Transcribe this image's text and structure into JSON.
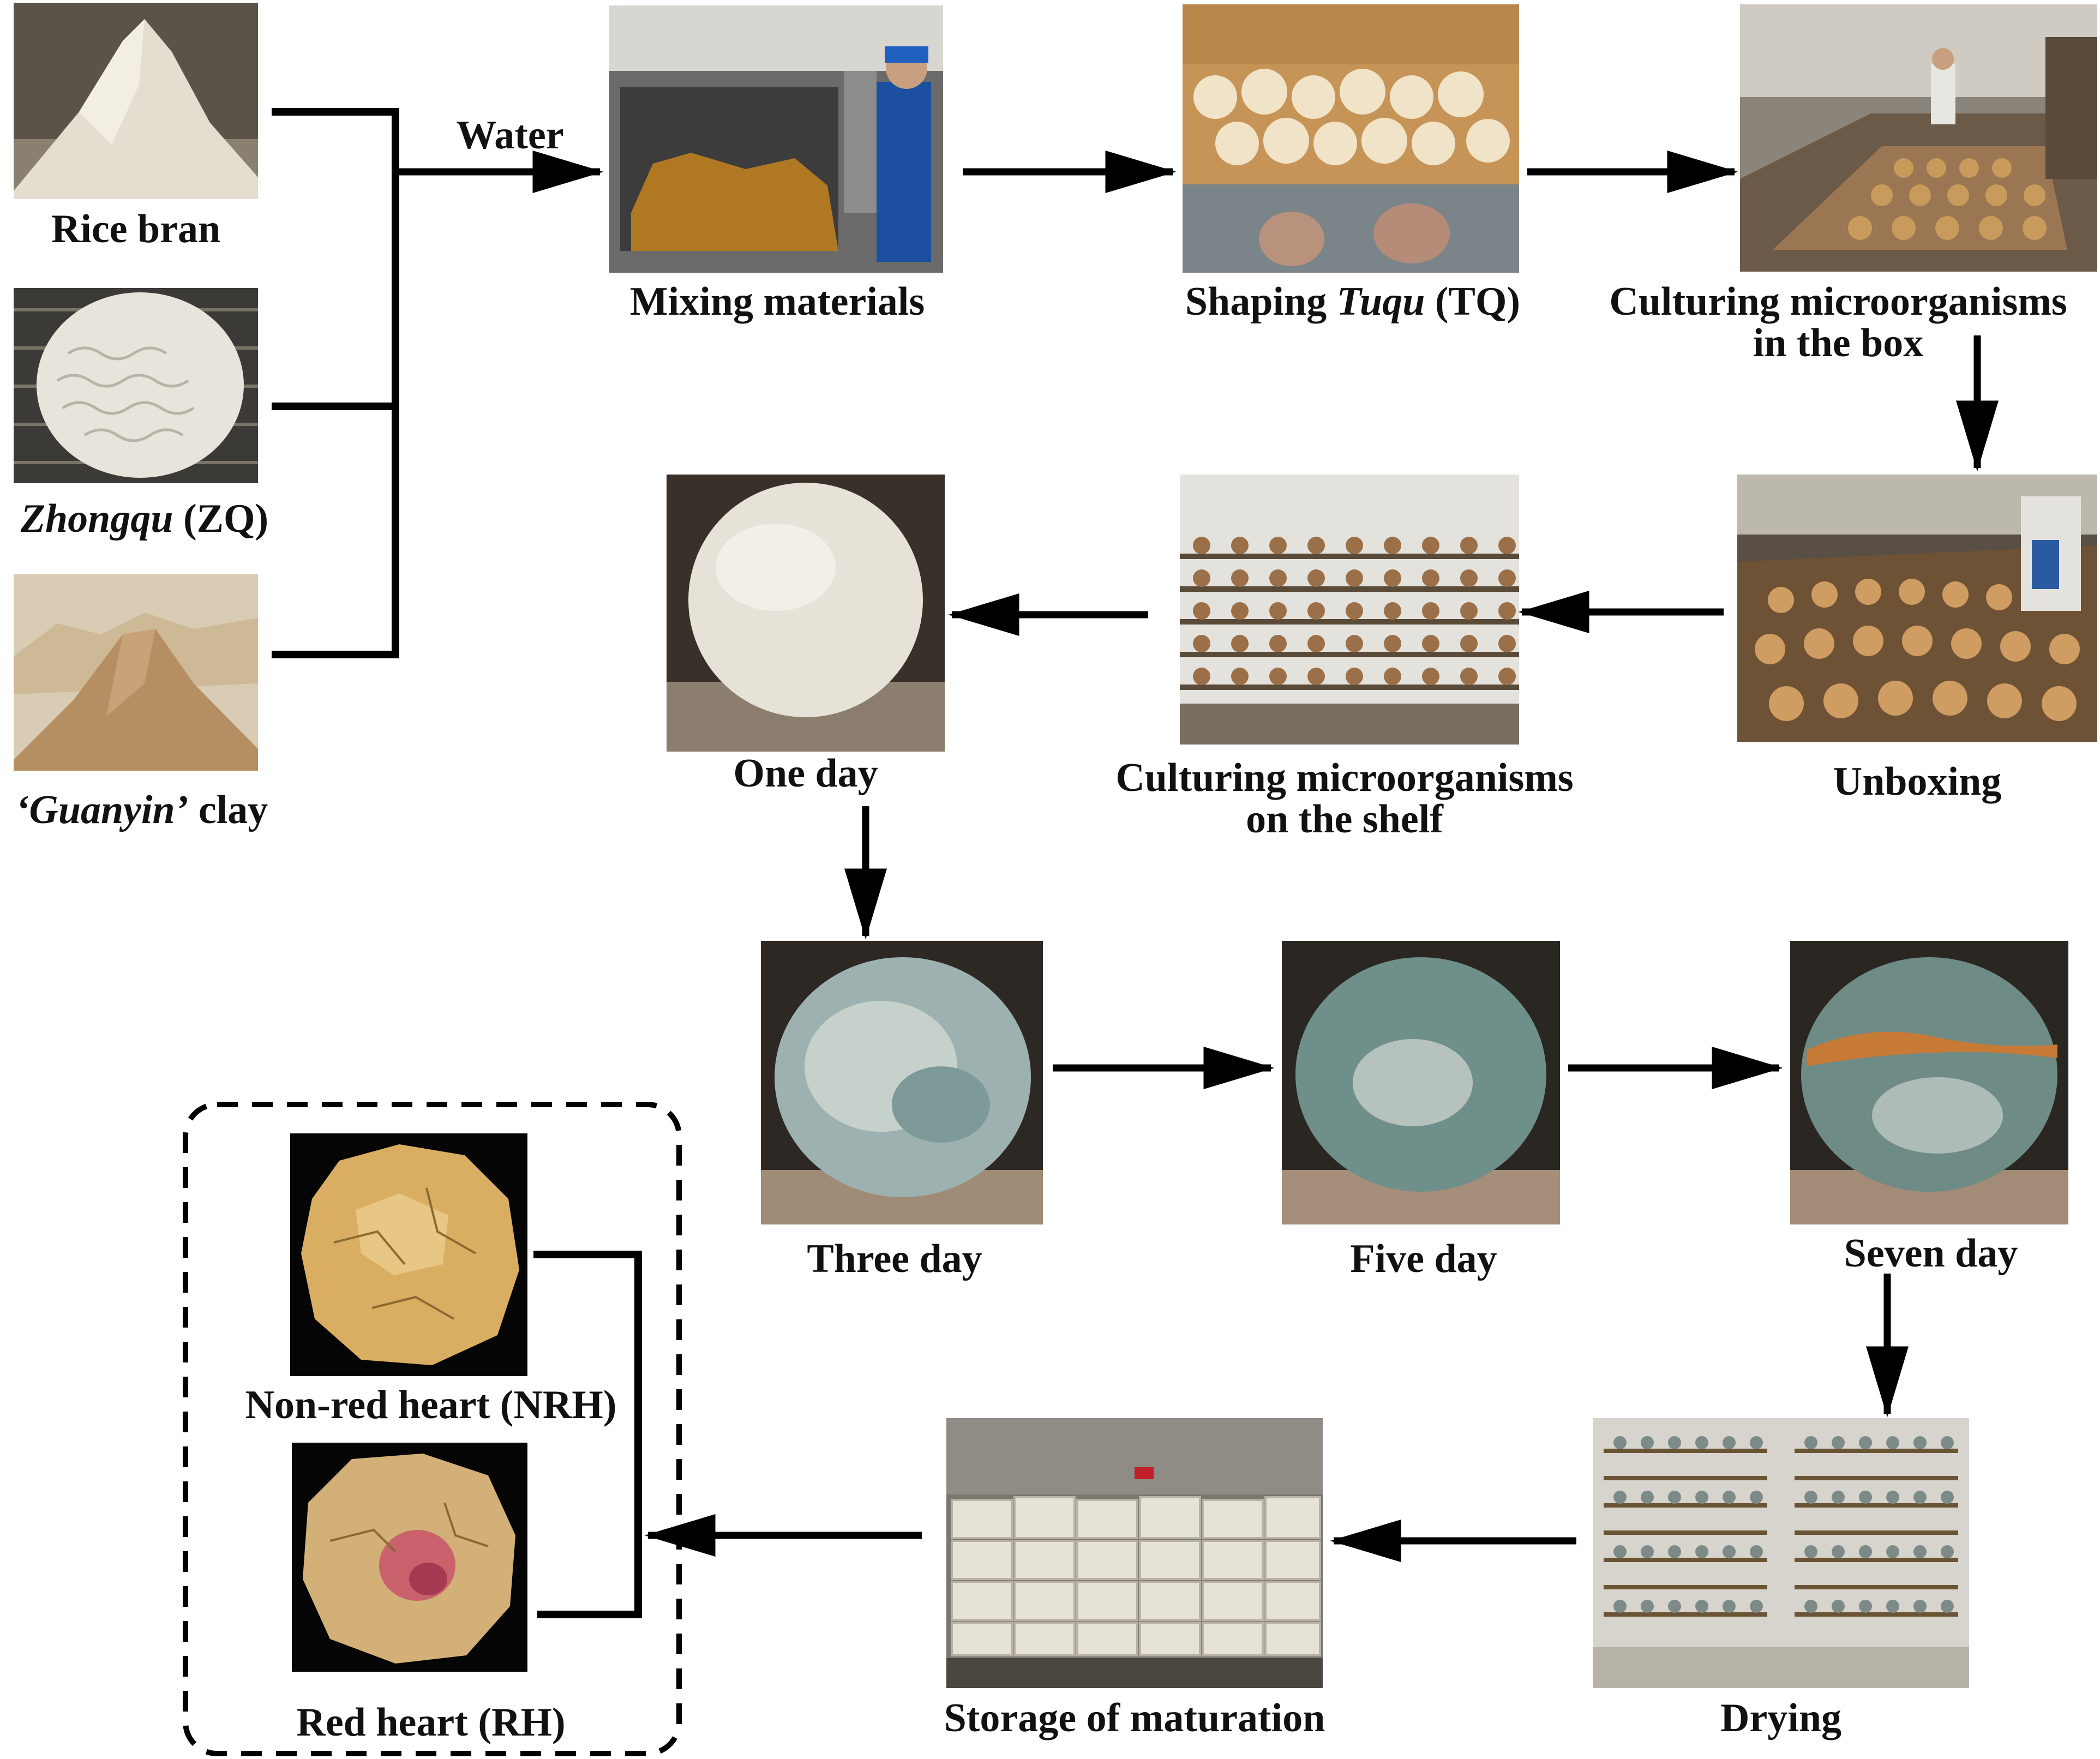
{
  "inputs": {
    "rice_bran": "Rice bran",
    "zhongqu_italic": "Zhongqu",
    "zhongqu_rest": " (ZQ)",
    "clay_italic": "‘Guanyin’",
    "clay_rest": " clay",
    "water": "Water"
  },
  "steps": {
    "mixing": "Mixing materials",
    "shaping_pre": "Shaping ",
    "shaping_italic": "Tuqu",
    "shaping_post": " (TQ)",
    "box_line1": "Culturing microorganisms",
    "box_line2": "in the box",
    "unboxing": "Unboxing",
    "shelf_line1": "Culturing microorganisms",
    "shelf_line2": "on the shelf",
    "one_day": "One day",
    "three_day": "Three day",
    "five_day": "Five day",
    "seven_day": "Seven day",
    "drying": "Drying",
    "storage": "Storage of maturation"
  },
  "outcomes": {
    "nrh": "Non-red heart (NRH)",
    "rh": "Red heart (RH)"
  },
  "colors": {
    "arrow": "#000000",
    "mold_green": "#6f8f8a",
    "tuqu_tan": "#c89a5c",
    "red_heart": "#c8556a"
  }
}
